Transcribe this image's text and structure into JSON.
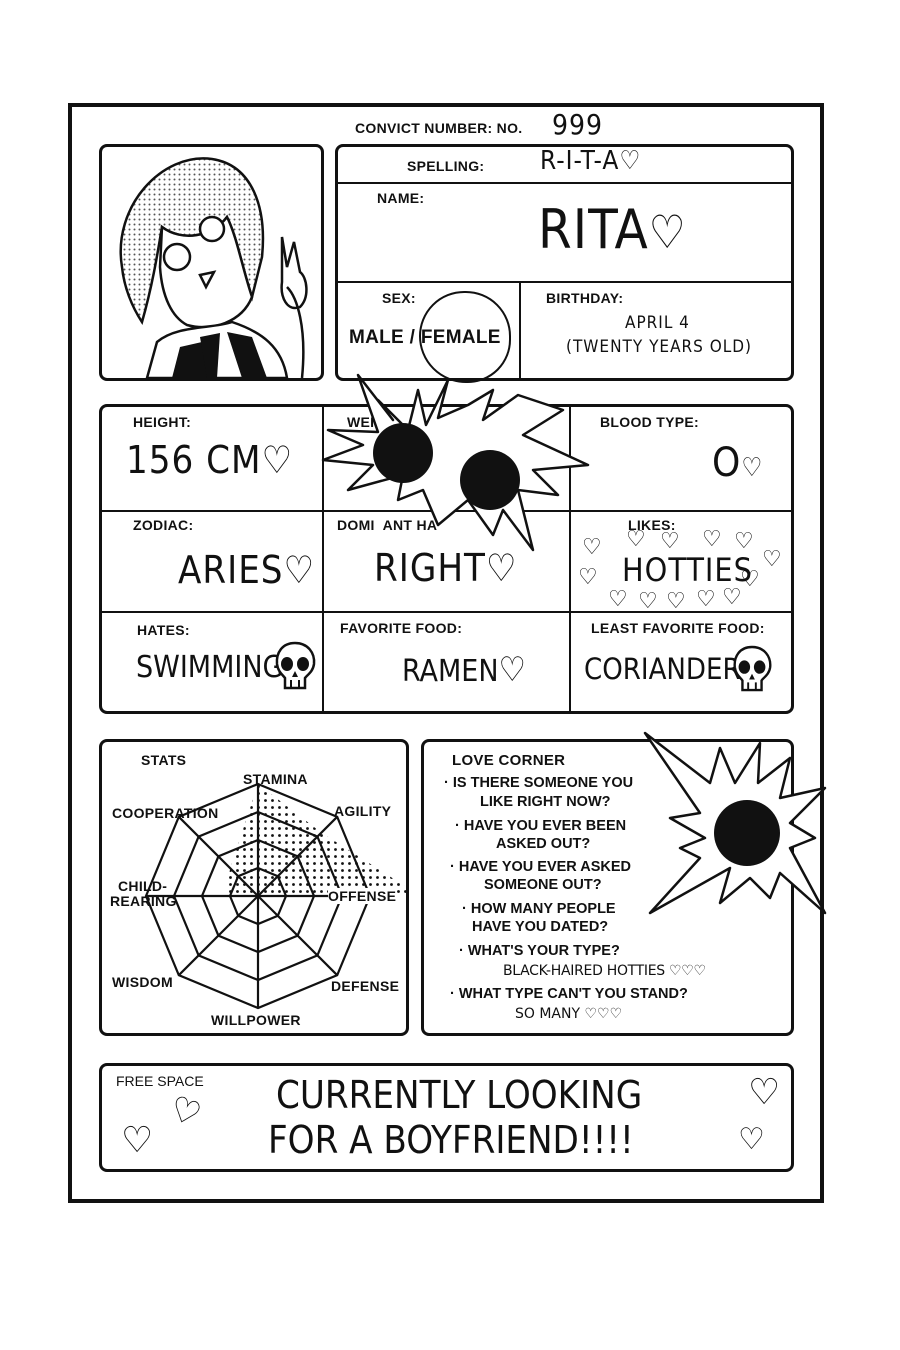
{
  "convict": {
    "label": "CONVICT NUMBER: NO.",
    "value": "999"
  },
  "spelling": {
    "label": "SPELLING:",
    "value": "R-I-T-A♡"
  },
  "name": {
    "label": "NAME:",
    "value": "RITA"
  },
  "sex": {
    "label": "SEX:",
    "male": "MALE",
    "sep": "/",
    "female": "FEMALE"
  },
  "birthday": {
    "label": "BIRTHDAY:",
    "line1": "APRIL 4",
    "line2": "(TWENTY YEARS OLD)"
  },
  "height": {
    "label": "HEIGHT:",
    "value": "156 CM"
  },
  "weight": {
    "label": "WEI"
  },
  "blood": {
    "label": "BLOOD TYPE:",
    "value": "O"
  },
  "zodiac": {
    "label": "ZODIAC:",
    "value": "ARIES"
  },
  "hand": {
    "label": "DOMI  ANT HA",
    "value": "RIGHT"
  },
  "likes": {
    "label": "LIKES:",
    "value": "HOTTIES"
  },
  "hates": {
    "label": "HATES:",
    "value": "SWIMMING"
  },
  "fav_food": {
    "label": "FAVORITE FOOD:",
    "value": "RAMEN"
  },
  "least_food": {
    "label": "LEAST FAVORITE FOOD:",
    "value": "CORIANDER"
  },
  "stats": {
    "title": "STATS",
    "axes": [
      "STAMINA",
      "AGILITY",
      "OFFENSE",
      "DEFENSE",
      "WILLPOWER",
      "WISDOM",
      "CHILD-REARING",
      "COOPERATION"
    ],
    "child_line1": "CHILD-",
    "child_line2": "REARING",
    "values": [
      4,
      3.2,
      5.8,
      0,
      0,
      0,
      1.2,
      1.4
    ],
    "max": 4
  },
  "love": {
    "title": "LOVE CORNER",
    "q1a": "· IS THERE SOMEONE YOU",
    "q1b": "LIKE RIGHT NOW?",
    "q2a": "· HAVE YOU EVER BEEN",
    "q2b": "ASKED OUT?",
    "q3a": "· HAVE YOU EVER ASKED",
    "q3b": "SOMEONE OUT?",
    "q4a": "· HOW MANY PEOPLE",
    "q4b": "HAVE YOU DATED?",
    "q5": "· WHAT'S YOUR TYPE?",
    "a5": "BLACK-HAIRED HOTTIES ♡♡♡",
    "q6": "· WHAT TYPE CAN'T YOU STAND?",
    "a6": "SO MANY ♡♡♡"
  },
  "free": {
    "label": "FREE SPACE",
    "line1": "CURRENTLY LOOKING",
    "line2": "FOR A BOYFRIEND!!!!"
  },
  "colors": {
    "ink": "#111111",
    "paper": "#ffffff",
    "screen": "#9a9a9a"
  },
  "icons": [
    "heart-icon",
    "skull-icon",
    "bullet-hole-icon",
    "portrait"
  ]
}
